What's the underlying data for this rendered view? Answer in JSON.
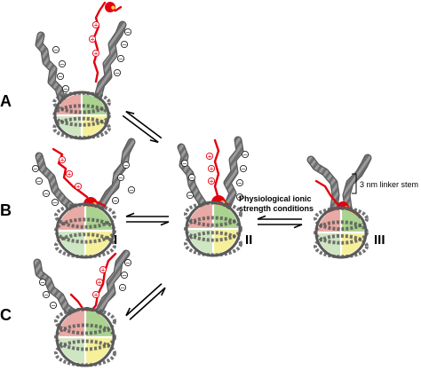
{
  "panel_labels": {
    "a": "A",
    "b": "B",
    "c": "C"
  },
  "state_labels": {
    "one": "I",
    "two": "II",
    "three": "III"
  },
  "condition_text": [
    "Physiological ionic",
    "strength conditions"
  ],
  "linker_stem_text": "3 nm linker stem",
  "charge_symbols": {
    "dna": "⊖",
    "tail": "⊕"
  },
  "colors": {
    "dna": "#8c8c8c",
    "dna_outline": "#5a5a5a",
    "linker_histone": "#e3000f",
    "core_green": "#a9d38f",
    "core_pink": "#e9a9a4",
    "core_yellow": "#f6f09a",
    "core_mint": "#cfe6c2"
  }
}
